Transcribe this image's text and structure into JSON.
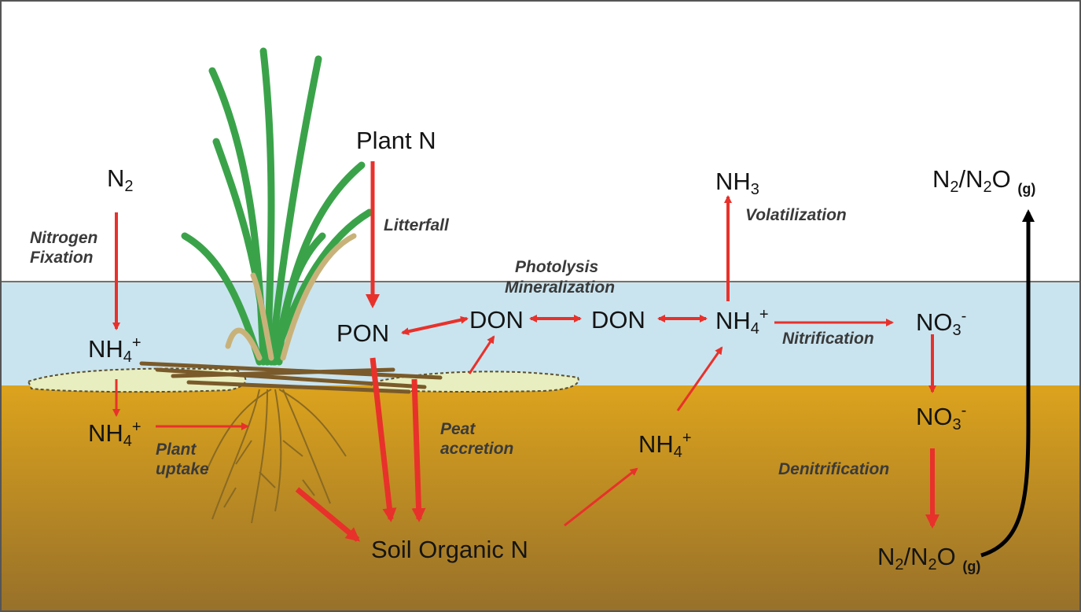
{
  "colors": {
    "sky": "#ffffff",
    "water": "#c9e4ef",
    "soil_top": "#d9a21f",
    "soil_bottom": "#9a6f1f",
    "flux_arrow": "#e8312b",
    "gas_arrow": "#000000",
    "plant_green": "#3aa34a",
    "litter_mat": "#e8eebf"
  },
  "pools": {
    "n2_atm": {
      "base": "N",
      "sub": "2"
    },
    "plant_n": "Plant N",
    "nh3": {
      "base": "NH",
      "sub": "3"
    },
    "n2_n2o_top": {
      "a": "N",
      "a_sub": "2",
      "b": "/N",
      "b_sub": "2",
      "c": "O",
      "gas": "(g)"
    },
    "nh4_water": {
      "base": "NH",
      "sub": "4",
      "sup": "+"
    },
    "pon": "PON",
    "don_left": "DON",
    "don_right": "DON",
    "nh4_water_right": {
      "base": "NH",
      "sub": "4",
      "sup": "+"
    },
    "no3_water": {
      "base": "NO",
      "sub": "3",
      "sup": "-"
    },
    "nh4_soil": {
      "base": "NH",
      "sub": "4",
      "sup": "+"
    },
    "no3_soil": {
      "base": "NO",
      "sub": "3",
      "sup": "-"
    },
    "nh4_soil_right": {
      "base": "NH",
      "sub": "4",
      "sup": "+"
    },
    "soil_organic_n": "Soil Organic N",
    "n2_n2o_bottom": {
      "a": "N",
      "a_sub": "2",
      "b": "/N",
      "b_sub": "2",
      "c": "O",
      "gas": "(g)"
    }
  },
  "processes": {
    "nitrogen_fixation": [
      "Nitrogen",
      "Fixation"
    ],
    "litterfall": "Litterfall",
    "photolysis": "Photolysis",
    "mineralization": "Mineralization",
    "volatilization": "Volatilization",
    "nitrification": "Nitrification",
    "plant_uptake": [
      "Plant",
      "uptake"
    ],
    "peat_accretion": [
      "Peat",
      "accretion"
    ],
    "denitrification": "Denitrification"
  },
  "icons": [
    "plant-grass-icon",
    "plant-roots-icon",
    "litter-mat-icon"
  ]
}
